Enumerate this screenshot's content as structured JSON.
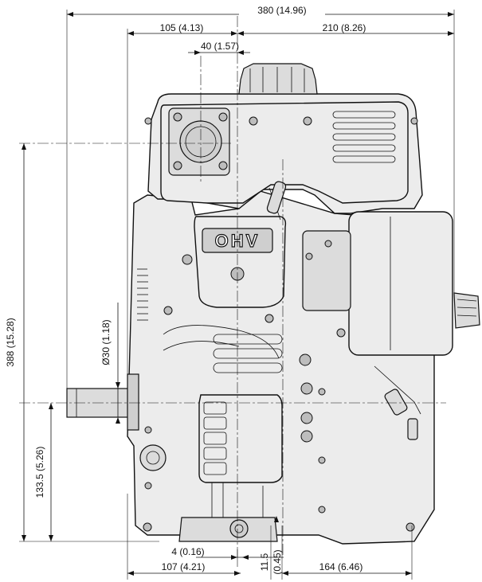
{
  "dimensions": {
    "overall_width": "380 (14.96)",
    "left_width": "105 (4.13)",
    "right_width": "210 (8.26)",
    "port_offset": "40 (1.57)",
    "overall_height": "388 (15.28)",
    "shaft_diameter": "Ø30 (1.18)",
    "shaft_height": "133.5 (5.26)",
    "mount_offset": "4 (0.16)",
    "mount_depth_mm": "11.5",
    "mount_depth_in": "(0.45)",
    "base_left": "107 (4.21)",
    "base_right": "164 (6.46)"
  },
  "engine": {
    "badge_text": "OHV"
  },
  "colors": {
    "line": "#111111",
    "body": "#ececec",
    "shade": "#cfcfcf"
  }
}
